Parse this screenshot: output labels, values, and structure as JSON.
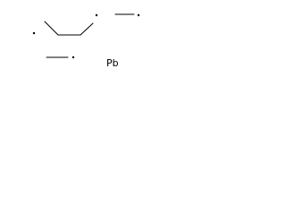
{
  "diagram": {
    "type": "chemical-structure",
    "atoms": [
      {
        "symbol": "Pb",
        "label": "Pb"
      }
    ],
    "fragments": [
      {
        "name": "propyl-radical-fragment",
        "radical_dots": 2
      },
      {
        "name": "methyl-radical-right",
        "radical_dots": 1
      },
      {
        "name": "methyl-radical-bottom",
        "radical_dots": 1
      }
    ],
    "colors": {
      "bond": "#000000",
      "text": "#000000",
      "background": "#ffffff"
    }
  }
}
